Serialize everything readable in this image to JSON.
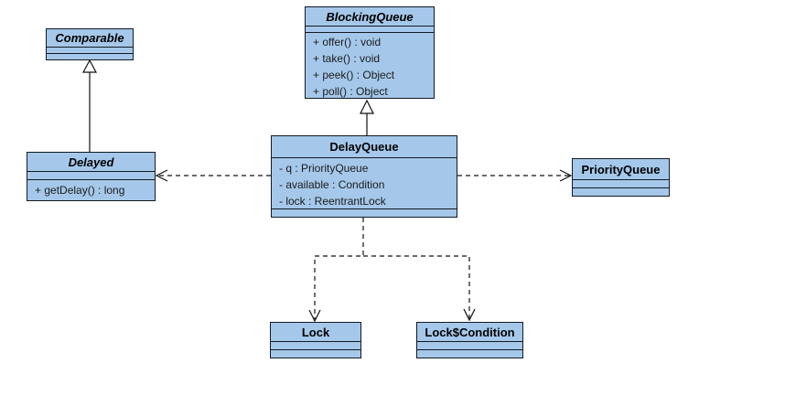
{
  "diagram": {
    "type": "uml-class-diagram",
    "background_color": "#ffffff",
    "box_fill_color": "#a5c8ea",
    "box_border_color": "#121a22",
    "line_color": "#111111",
    "classes": [
      {
        "name": "Comparable",
        "italic": true,
        "attributes": [],
        "methods": []
      },
      {
        "name": "BlockingQueue",
        "italic": true,
        "attributes": [],
        "methods": [
          "+ offer() : void",
          "+ take() : void",
          "+ peek() : Object",
          "+ poll() : Object"
        ]
      },
      {
        "name": "Delayed",
        "italic": true,
        "attributes": [],
        "methods": [
          "+ getDelay() : long"
        ]
      },
      {
        "name": "DelayQueue",
        "italic": false,
        "attributes": [
          "- q : PriorityQueue",
          "- available : Condition",
          "- lock : ReentrantLock"
        ],
        "methods": []
      },
      {
        "name": "PriorityQueue",
        "italic": false,
        "attributes": [],
        "methods": []
      },
      {
        "name": "Lock",
        "italic": false,
        "attributes": [],
        "methods": []
      },
      {
        "name": "Lock$Condition",
        "italic": false,
        "attributes": [],
        "methods": []
      }
    ],
    "relationships": [
      {
        "from": "Delayed",
        "to": "Comparable",
        "type": "generalization",
        "line": "solid",
        "arrow": "hollow-triangle"
      },
      {
        "from": "DelayQueue",
        "to": "BlockingQueue",
        "type": "generalization",
        "line": "solid",
        "arrow": "hollow-triangle"
      },
      {
        "from": "DelayQueue",
        "to": "Delayed",
        "type": "dependency",
        "line": "dashed",
        "arrow": "open"
      },
      {
        "from": "DelayQueue",
        "to": "PriorityQueue",
        "type": "dependency",
        "line": "dashed",
        "arrow": "open"
      },
      {
        "from": "DelayQueue",
        "to": "Lock",
        "type": "dependency",
        "line": "dashed",
        "arrow": "open"
      },
      {
        "from": "DelayQueue",
        "to": "Lock$Condition",
        "type": "dependency",
        "line": "dashed",
        "arrow": "open"
      }
    ]
  }
}
